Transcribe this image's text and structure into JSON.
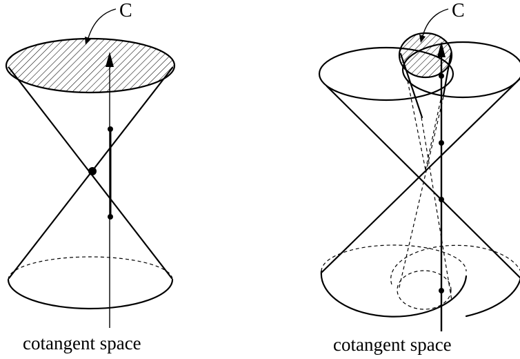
{
  "left_panel": {
    "region_label": "C",
    "caption": "cotangent space"
  },
  "right_panel": {
    "region_label": "C",
    "caption": "cotangent space"
  },
  "colors": {
    "ink": "#000000",
    "background": "#ffffff"
  }
}
